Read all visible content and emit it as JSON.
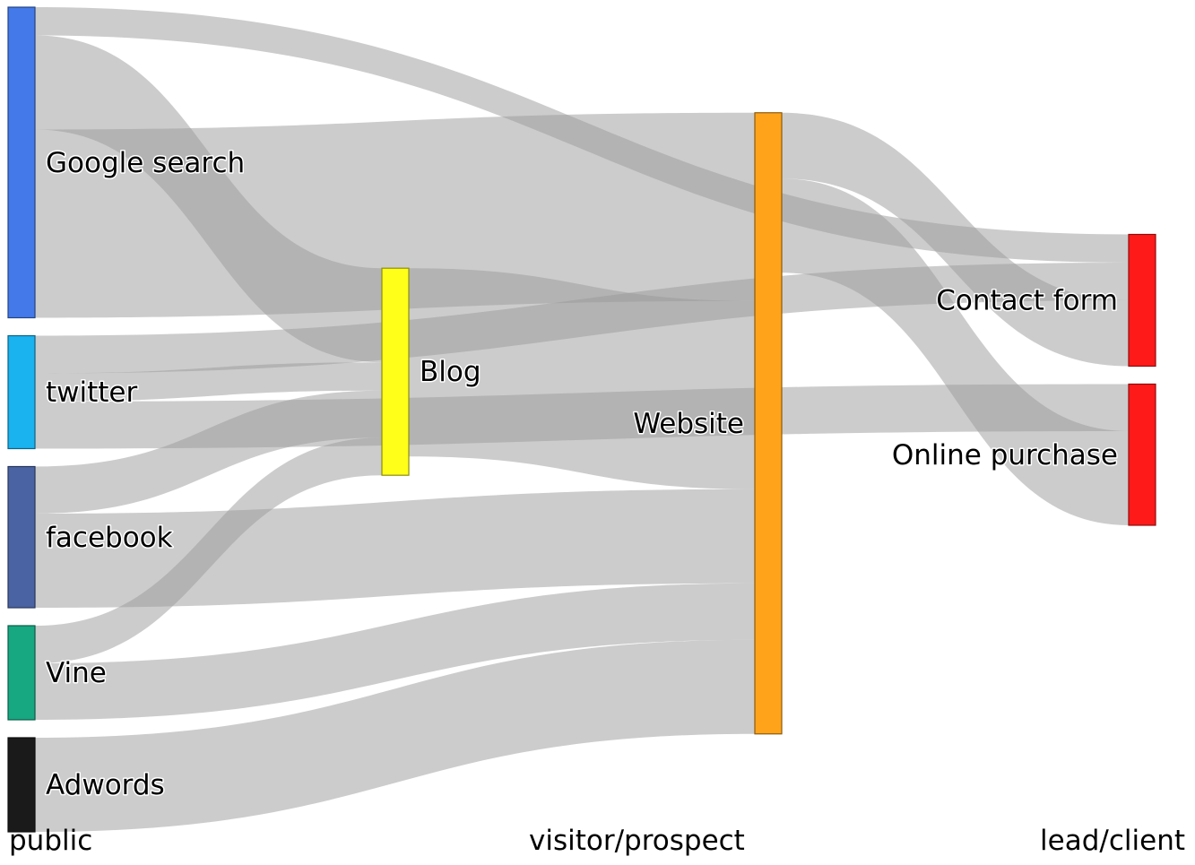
{
  "chart_data": {
    "type": "sankey",
    "stages": [
      "public",
      "visitor/prospect",
      "lead/client"
    ],
    "nodes": [
      {
        "id": "google",
        "label": "Google search",
        "color": "#4479EA",
        "stage": 0
      },
      {
        "id": "twitter",
        "label": "twitter",
        "color": "#1AB2EF",
        "stage": 0
      },
      {
        "id": "facebook",
        "label": "facebook",
        "color": "#4A63A2",
        "stage": 0
      },
      {
        "id": "vine",
        "label": "Vine",
        "color": "#17A882",
        "stage": 0
      },
      {
        "id": "adwords",
        "label": "Adwords",
        "color": "#1A1A1A",
        "stage": 0
      },
      {
        "id": "blog",
        "label": "Blog",
        "color": "#FFFF1A",
        "stage": 1
      },
      {
        "id": "website",
        "label": "Website",
        "color": "#FFA41A",
        "stage": 2
      },
      {
        "id": "contact",
        "label": "Contact form",
        "color": "#FF1A1A",
        "stage": 3
      },
      {
        "id": "purchase",
        "label": "Online purchase",
        "color": "#FF1A1A",
        "stage": 3
      }
    ],
    "links": [
      {
        "source": "google",
        "target": "website",
        "value": 20
      },
      {
        "source": "google",
        "target": "blog",
        "value": 10
      },
      {
        "source": "google",
        "target": "contact",
        "value": 3
      },
      {
        "source": "twitter",
        "target": "blog",
        "value": 3
      },
      {
        "source": "twitter",
        "target": "purchase",
        "value": 5
      },
      {
        "source": "twitter",
        "target": "contact",
        "value": 4
      },
      {
        "source": "facebook",
        "target": "blog",
        "value": 5
      },
      {
        "source": "facebook",
        "target": "website",
        "value": 10
      },
      {
        "source": "vine",
        "target": "website",
        "value": 6
      },
      {
        "source": "vine",
        "target": "blog",
        "value": 4
      },
      {
        "source": "adwords",
        "target": "website",
        "value": 10
      },
      {
        "source": "blog",
        "target": "website",
        "value": 20
      },
      {
        "source": "website",
        "target": "contact",
        "value": 7
      },
      {
        "source": "website",
        "target": "purchase",
        "value": 10
      }
    ]
  }
}
